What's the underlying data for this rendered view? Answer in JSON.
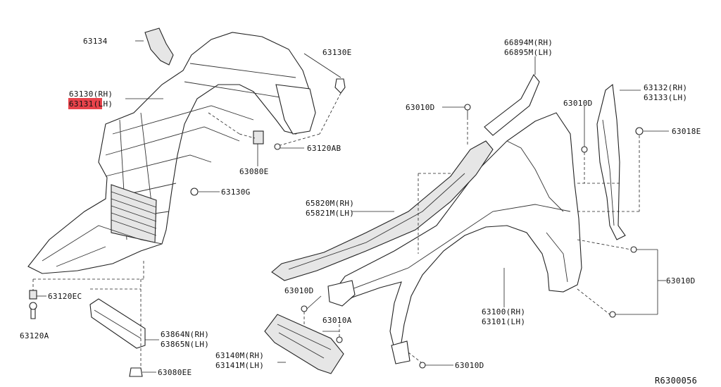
{
  "labels": {
    "p63134": "63134",
    "p63130_rh": "63130(RH)",
    "p63131_lh": "63131(LH)",
    "p63130e": "63130E",
    "p63120ab": "63120AB",
    "p63080e": "63080E",
    "p63130g": "63130G",
    "p63120ec": "63120EC",
    "p63120a": "63120A",
    "p63864n_rh": "63864N(RH)",
    "p63865n_lh": "63865N(LH)",
    "p63080ee": "63080EE",
    "p66894m_rh": "66894M(RH)",
    "p66895m_lh": "66895M(LH)",
    "p63010d_top": "63010D",
    "p65820m_rh": "65820M(RH)",
    "p65821m_lh": "65821M(LH)",
    "p63010d_mid": "63010D",
    "p63010a": "63010A",
    "p63140m_rh": "63140M(RH)",
    "p63141m_lh": "63141M(LH)",
    "p63010d_bot": "63010D",
    "p63100_rh": "63100(RH)",
    "p63101_lh": "63101(LH)",
    "p63010d_r": "63010D",
    "p63132_rh": "63132(RH)",
    "p63133_lh": "63133(LH)",
    "p63018e": "63018E",
    "p63010d_right": "63010D",
    "ref": "R6300056"
  },
  "highlight_color": "#e8434b"
}
